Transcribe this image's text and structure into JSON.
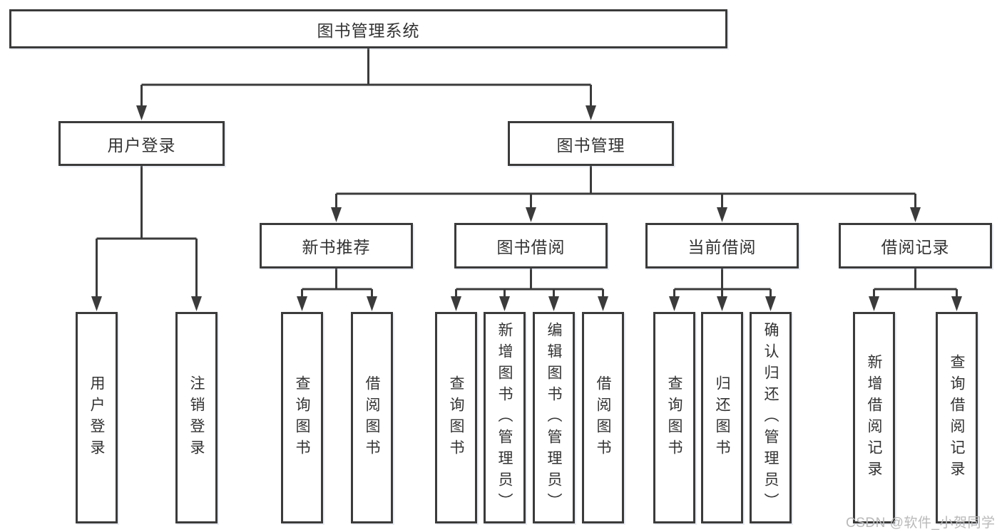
{
  "diagram": {
    "root": {
      "label": "图书管理系统"
    },
    "level2": [
      {
        "id": "user-login",
        "label": "用户登录"
      },
      {
        "id": "book-management",
        "label": "图书管理"
      }
    ],
    "level3": [
      {
        "id": "new-book-recommend",
        "label": "新书推荐"
      },
      {
        "id": "book-borrow",
        "label": "图书借阅"
      },
      {
        "id": "current-borrow",
        "label": "当前借阅"
      },
      {
        "id": "borrow-records",
        "label": "借阅记录"
      }
    ],
    "leaves": [
      {
        "id": "user-login-leaf",
        "label": "用户登录"
      },
      {
        "id": "logout",
        "label": "注销登录"
      },
      {
        "id": "query-books-1",
        "label": "查询图书"
      },
      {
        "id": "borrow-books-1",
        "label": "借阅图书"
      },
      {
        "id": "query-books-2",
        "label": "查询图书"
      },
      {
        "id": "add-books-admin",
        "label": "新增图书（管理员）"
      },
      {
        "id": "edit-books-admin",
        "label": "编辑图书（管理员）"
      },
      {
        "id": "borrow-books-2",
        "label": "借阅图书"
      },
      {
        "id": "query-books-3",
        "label": "查询图书"
      },
      {
        "id": "return-books",
        "label": "归还图书"
      },
      {
        "id": "confirm-return-admin",
        "label": "确认归还（管理员）"
      },
      {
        "id": "add-borrow-record",
        "label": "新增借阅记录"
      },
      {
        "id": "query-borrow-record",
        "label": "查询借阅记录"
      }
    ]
  },
  "watermark": "CSDN @软件_小贺同学",
  "colors": {
    "line": "#3b3b3b",
    "text": "#333333",
    "watermark": "#b9b9b9",
    "background": "#ffffff"
  }
}
